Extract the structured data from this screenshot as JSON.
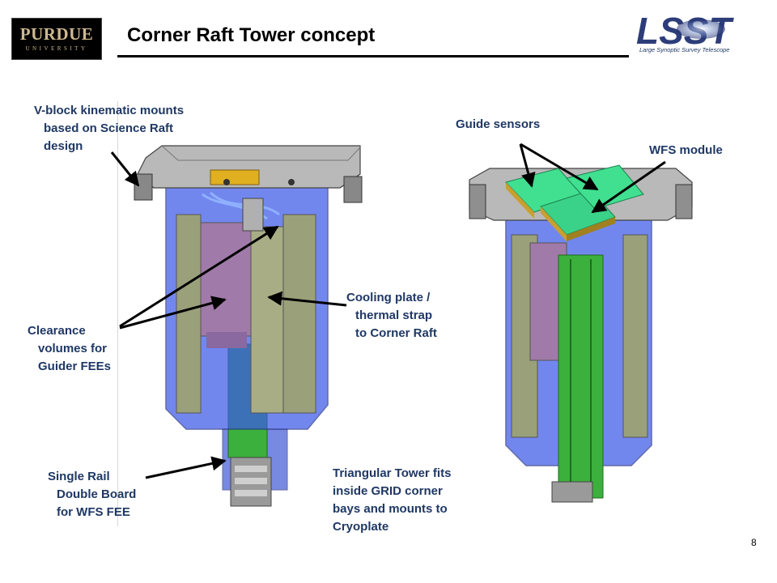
{
  "slide": {
    "title": "Corner Raft Tower concept",
    "page_number": "8"
  },
  "logos": {
    "purdue_word": "PURDUE",
    "purdue_sub": "UNIVERSITY",
    "lsst_word": "LSST",
    "lsst_tagline": "Large Synoptic Survey Telescope"
  },
  "labels": {
    "vblock": [
      "V-block kinematic mounts",
      "based on Science Raft",
      "design"
    ],
    "clearance": [
      "Clearance",
      "volumes for",
      "Guider FEEs"
    ],
    "single_rail": [
      "Single Rail",
      "Double Board",
      "for WFS FEE"
    ],
    "cooling": [
      "Cooling plate /",
      "thermal strap",
      "to Corner Raft"
    ],
    "triangular": [
      "Triangular Tower fits",
      "inside GRID corner",
      "bays and mounts to",
      "Cryoplate"
    ],
    "guide_sensors": "Guide sensors",
    "wfs_module": "WFS module"
  }
}
